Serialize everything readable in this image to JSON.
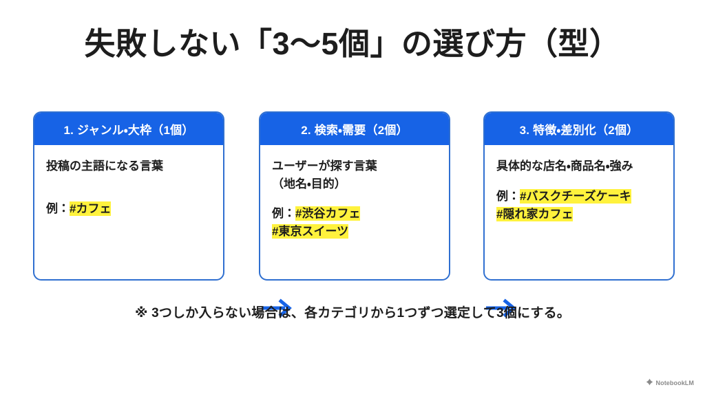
{
  "slide": {
    "title": "失敗しない「3〜5個」の選び方（型）",
    "note": "※ 3つしか入らない場合は、各カテゴリから1つずつ選定して3個にする。",
    "accent_color": "#1763e6",
    "border_color": "#2f6fd0",
    "highlight_color": "#fff23d",
    "text_color": "#1d1d1d"
  },
  "cards": [
    {
      "header": "1. ジャンル・大枠（1個）",
      "description": "投稿の主語になる言葉",
      "example_prefix": "例：",
      "examples": [
        "#カフェ"
      ]
    },
    {
      "header": "2. 検索・需要（2個）",
      "description": "ユーザーが探す言葉\n（地名・目的）",
      "example_prefix": "例：",
      "examples": [
        "#渋谷カフェ",
        "#東京スイーツ"
      ]
    },
    {
      "header": "3. 特徴・差別化（2個）",
      "description": "具体的な店名・商品名・強み",
      "example_prefix": "例：",
      "examples": [
        "#バスクチーズケーキ",
        "#隠れ家カフェ"
      ]
    }
  ],
  "arrows": [
    {
      "direction": "right"
    },
    {
      "direction": "right"
    }
  ],
  "watermark": {
    "label": "NotebookLM",
    "icon": "notebooklm-icon"
  }
}
